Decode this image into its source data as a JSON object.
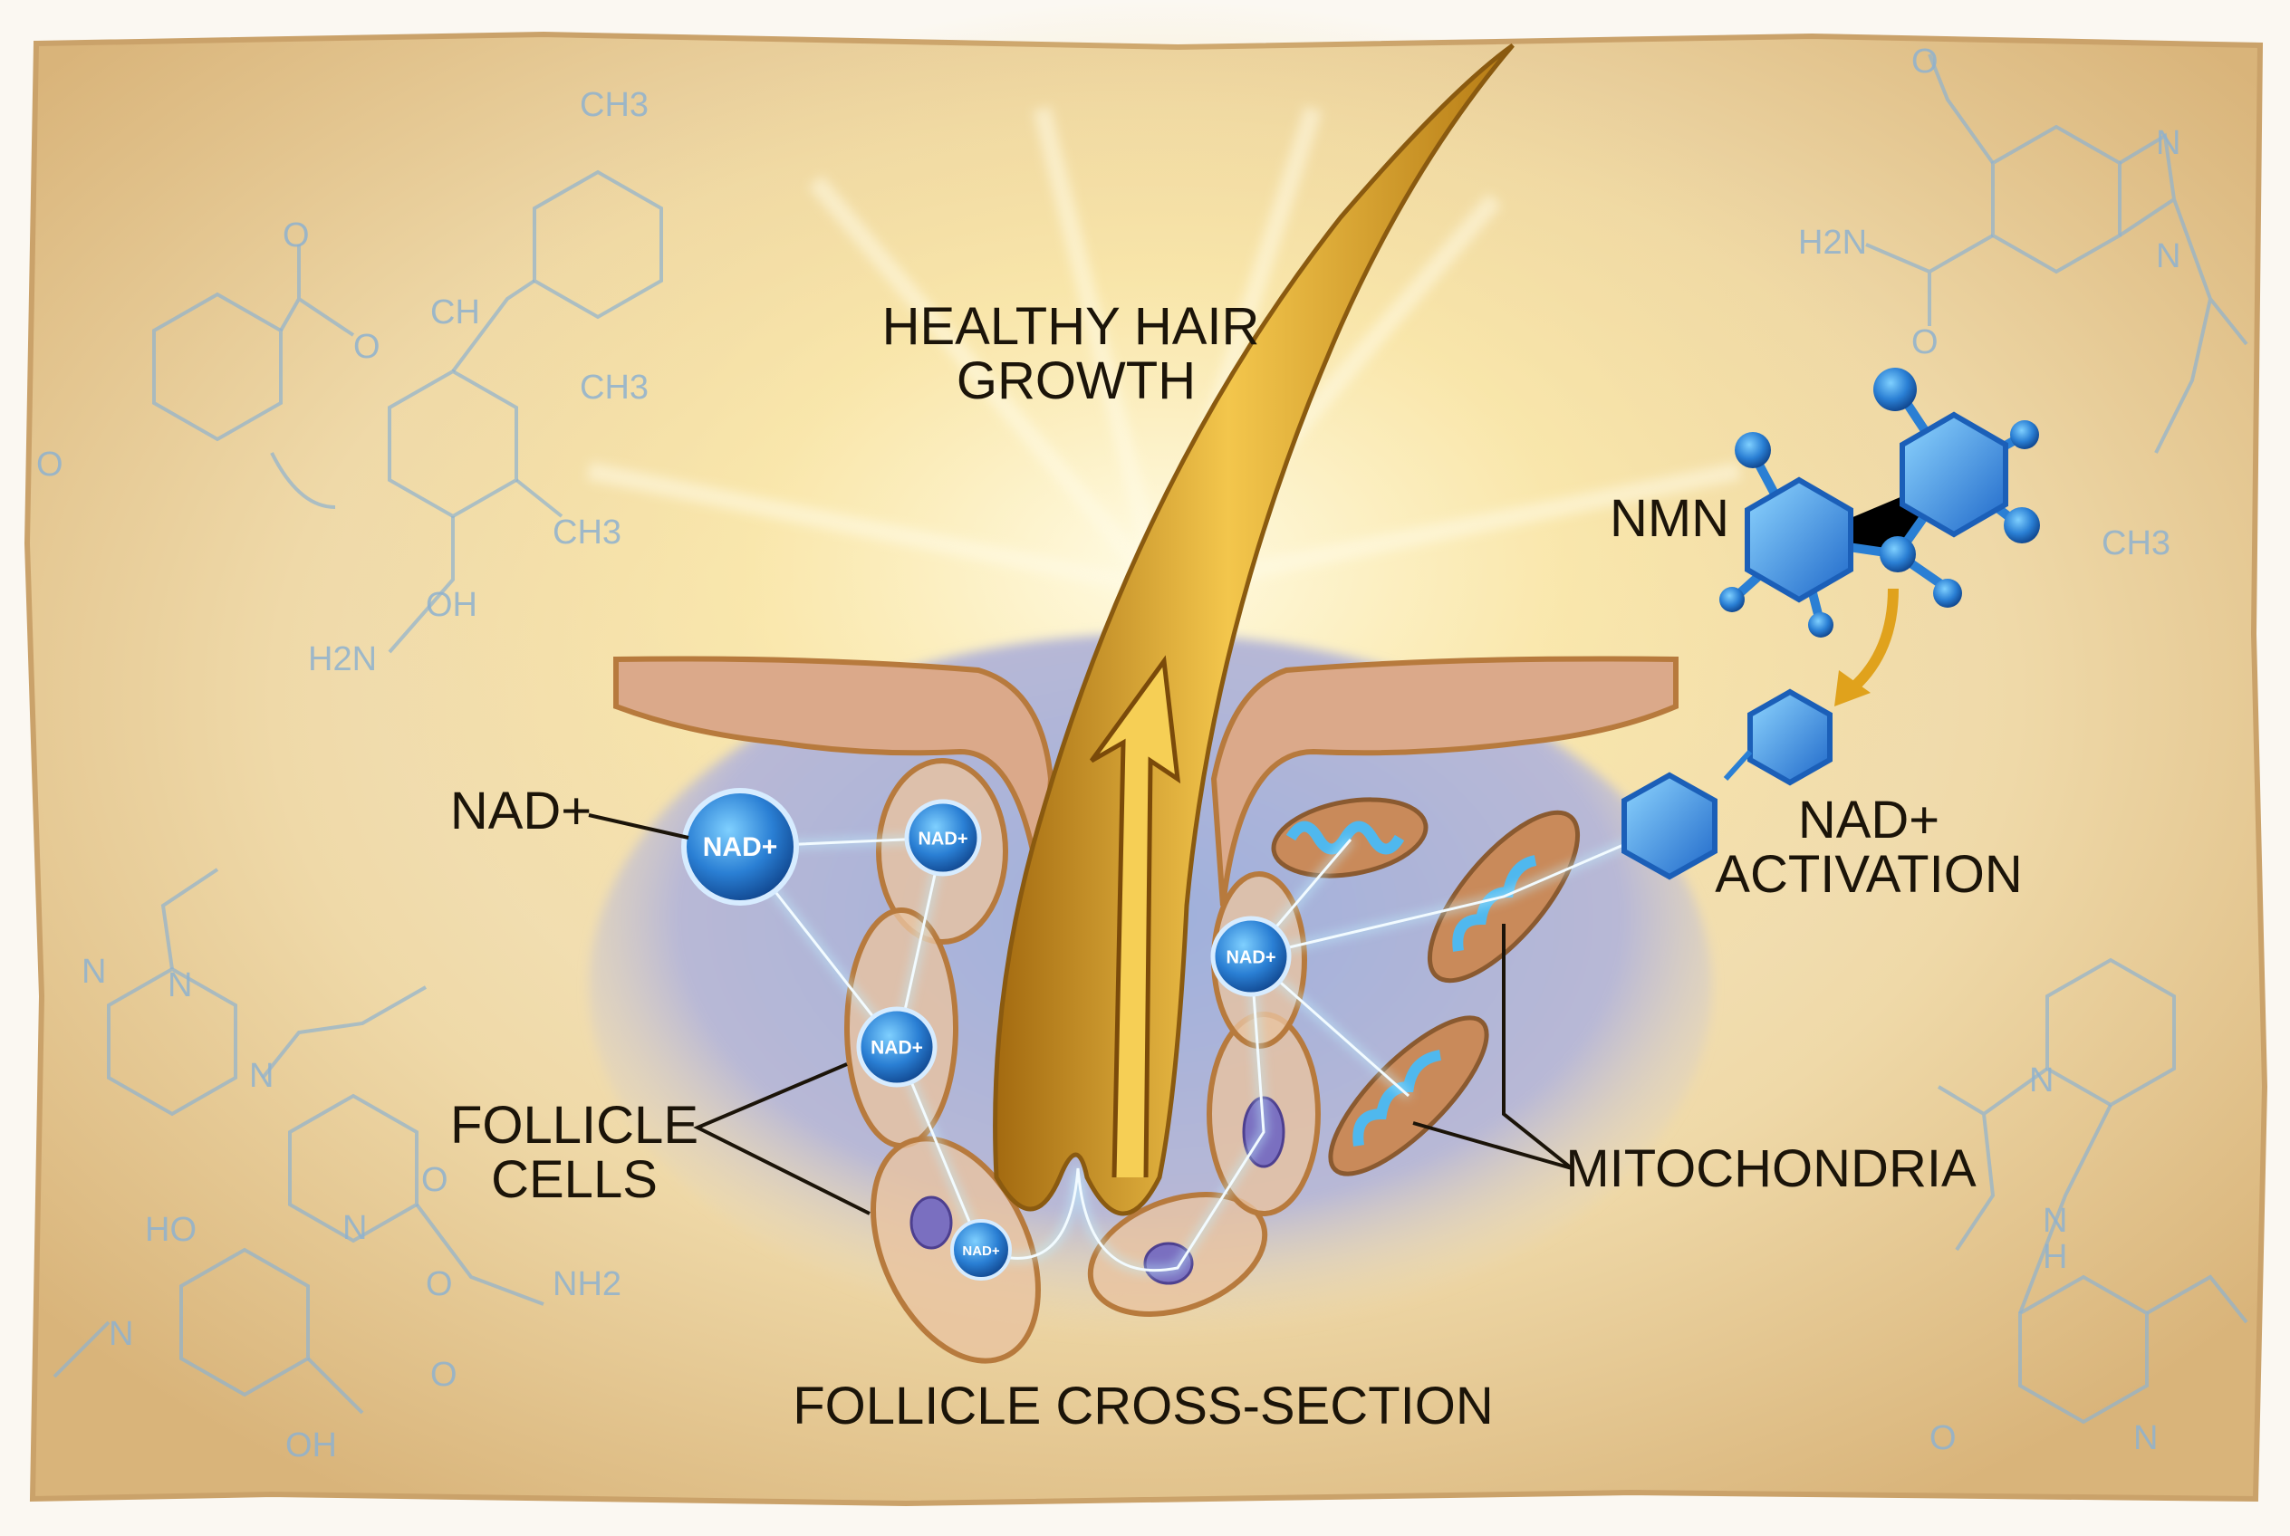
{
  "labels": {
    "title_line1": "HEALTHY HAIR",
    "title_line2": "GROWTH",
    "nmn": "NMN",
    "activation_line1": "NAD+",
    "activation_line2": "ACTIVATION",
    "nad": "NAD+",
    "follicle_cells_line1": "FOLLICLE",
    "follicle_cells_line2": "CELLS",
    "mitochondria": "MITOCHONDRIA",
    "caption": "FOLLICLE CROSS-SECTION"
  },
  "nad_bubbles": [
    "NAD+",
    "NAD+",
    "NAD+",
    "NAD+",
    "NAD+"
  ],
  "chem_labels": [
    "CH3",
    "O",
    "CH",
    "O",
    "CH3",
    "CH3",
    "OH",
    "H2N",
    "O",
    "N",
    "N",
    "N",
    "O",
    "HO",
    "N",
    "O",
    "NH2",
    "N",
    "O",
    "OH",
    "N",
    "N",
    "H2N",
    "O",
    "O",
    "CH3",
    "N",
    "N",
    "H",
    "O",
    "N"
  ],
  "colors": {
    "parchment": "#ecd3a2",
    "hair": "#d9a227",
    "nad_blue": "#2a7fd4",
    "skin": "#d9a27a",
    "ink": "#1b1409"
  }
}
